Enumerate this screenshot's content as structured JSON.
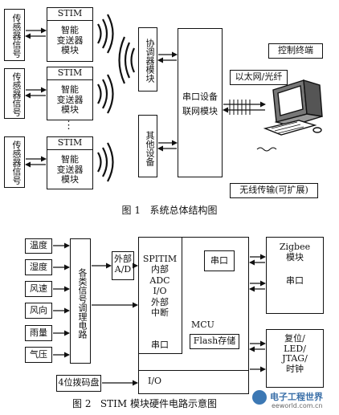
{
  "fig1": {
    "caption": "图 1   系统总体结构图",
    "stim_units": [
      {
        "sensor": "传感器信号",
        "title": "STIM",
        "body": "智能\n变送器\n模块"
      },
      {
        "sensor": "传感器信号",
        "title": "STIM",
        "body": "智能\n变送器\n模块"
      },
      {
        "sensor": "传感器信号",
        "title": "STIM",
        "body": "智能\n变送器\n模块"
      }
    ],
    "ellipsis": "⋮",
    "coordinator": "协调器模块",
    "other": "其他设备",
    "server": "串口设备\n联网模块",
    "terminal": "控制终端",
    "ethernet": "以太网/光纤",
    "wireless": "无线传输(可扩展)"
  },
  "fig2": {
    "caption": "图 2   STIM 模块硬件电路示意图",
    "sensors": [
      "温度",
      "湿度",
      "风速",
      "风向",
      "雨量",
      "气压"
    ],
    "conditioning": "各类信号调理电路",
    "ext_ad": "外部\nA/D",
    "dip": "4位拨码盘",
    "mcu_list": "SPITIM\n内部\nADC\nI/O\n外部\n中断",
    "serial_left": "串口",
    "serial_inner": "串口",
    "mcu": "MCU",
    "flash": "Flash存储",
    "io": "I/O",
    "zigbee": "Zigbee\n模块",
    "zigbee_serial": "串口",
    "reset": "复位/\nLED/\nJTAG/\n时钟"
  },
  "watermark": {
    "cn": "电子工程世界",
    "en": "eeworld.com.cn"
  }
}
